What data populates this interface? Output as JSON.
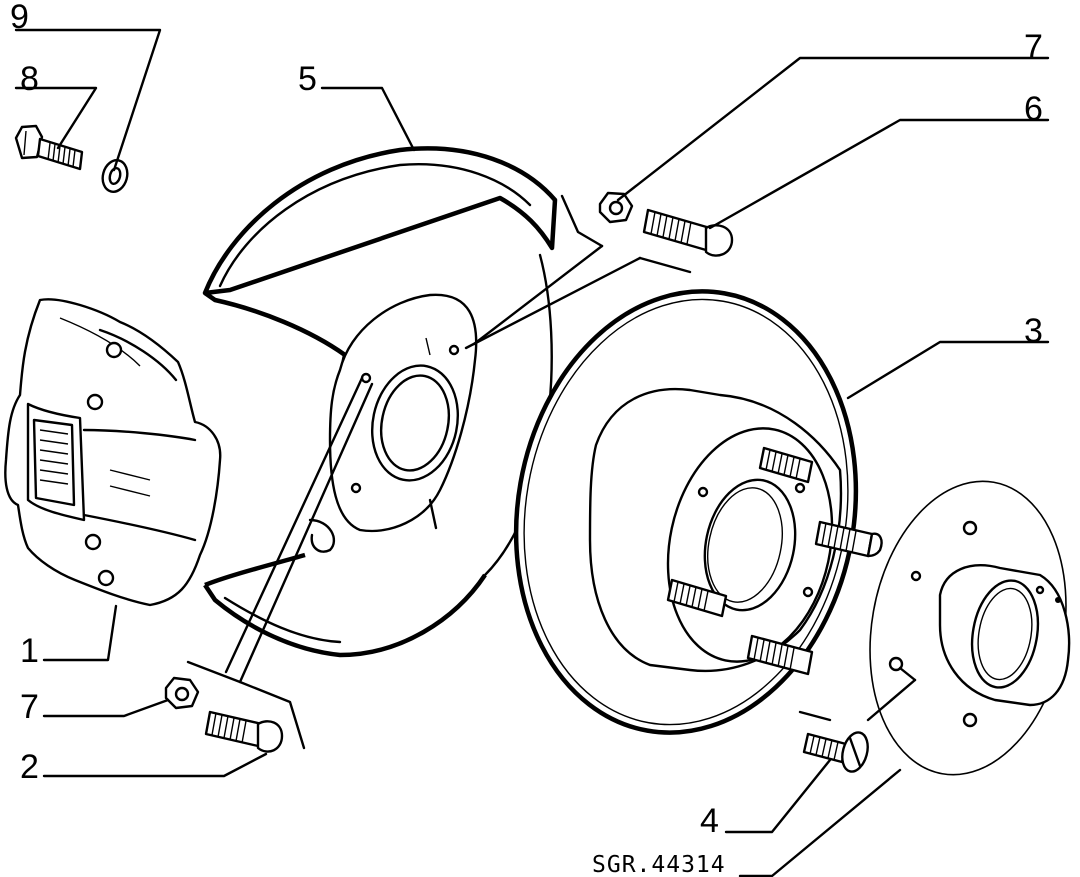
{
  "diagram": {
    "reference_code": "SGR.44314",
    "callouts": [
      {
        "id": "1",
        "label": "1"
      },
      {
        "id": "2",
        "label": "2"
      },
      {
        "id": "3",
        "label": "3"
      },
      {
        "id": "4",
        "label": "4"
      },
      {
        "id": "5",
        "label": "5"
      },
      {
        "id": "6",
        "label": "6"
      },
      {
        "id": "7a",
        "label": "7"
      },
      {
        "id": "7b",
        "label": "7"
      },
      {
        "id": "8",
        "label": "8"
      },
      {
        "id": "9",
        "label": "9"
      }
    ]
  }
}
